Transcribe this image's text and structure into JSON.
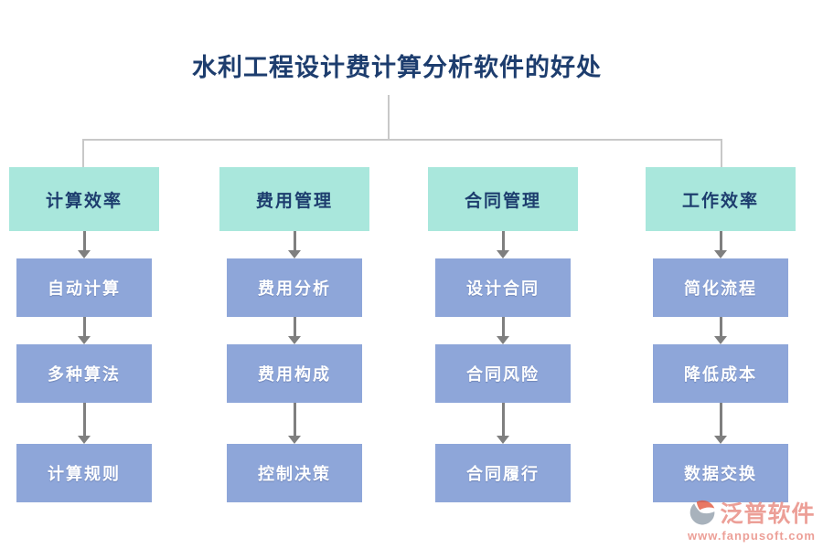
{
  "title": "水利工程设计费计算分析软件的好处",
  "columns": [
    {
      "header": "计算效率",
      "items": [
        "自动计算",
        "多种算法",
        "计算规则"
      ]
    },
    {
      "header": "费用管理",
      "items": [
        "费用分析",
        "费用构成",
        "控制决策"
      ]
    },
    {
      "header": "合同管理",
      "items": [
        "设计合同",
        "合同风险",
        "合同履行"
      ]
    },
    {
      "header": "工作效率",
      "items": [
        "简化流程",
        "降低成本",
        "数据交换"
      ]
    }
  ],
  "logo": {
    "brand": "泛普软件",
    "url": "www.fanpusoft.com"
  },
  "colors": {
    "header_bg": "#a9e7dc",
    "item_bg": "#8ea6d9",
    "title_text": "#1d3d6e",
    "item_text": "#ffffff",
    "arrow": "#7f7f7f",
    "connector_line": "#c8c8c8",
    "logo_text": "#ec9a92",
    "logo_orange": "#e2573d",
    "logo_gray": "#93a0ac"
  }
}
